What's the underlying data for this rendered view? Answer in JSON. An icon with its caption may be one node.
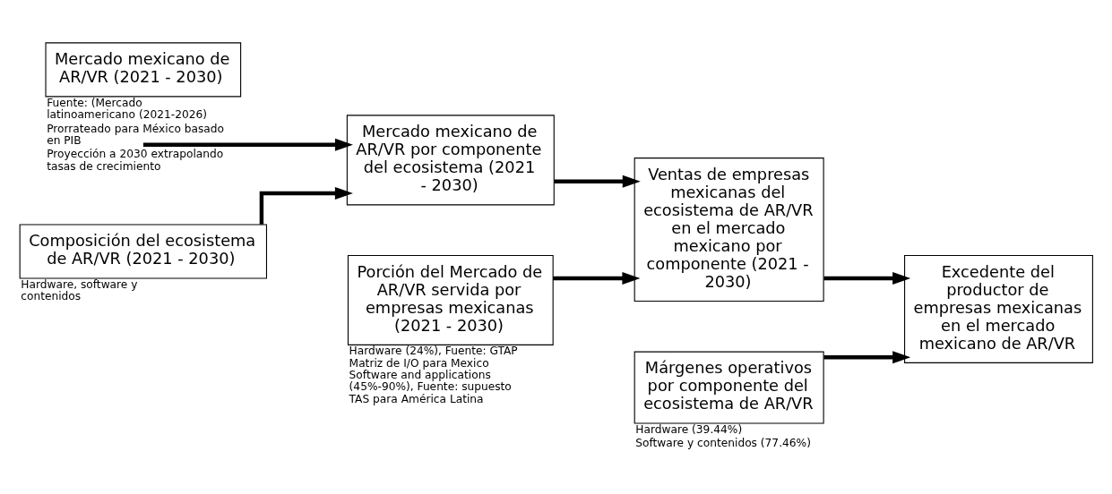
{
  "diagram": {
    "nodes": [
      {
        "text": [
          "Mercado mexicano de AR/VR (2021 - 2030)"
        ],
        "beside": [
          "Fuente: (Mercado latinoamericano (2021-2026)",
          "Prorrateado para México basado en PIB",
          "Proyección a 2030 extrapolando tasas de crecimiento"
        ]
      },
      {
        "text": [
          "Composición del ecosistema de AR/VR (2021 - 2030)"
        ],
        "beside": [
          "Hardware, software y contenidos"
        ]
      },
      {
        "text": [
          "Mercado mexicano de AR/VR por componente del ecosistema (2021 - 2030)"
        ]
      },
      {
        "text": [
          "Porción del Mercado de AR/VR servida por empresas mexicanas (2021 - 2030)"
        ],
        "beside": [
          "Hardware (24%), Fuente: GTAP Matriz de I/O para Mexico Software and applications (45%-90%), Fuente: supuesto TAS para América Latina"
        ]
      },
      {
        "text": [
          "Ventas de empresas mexicanas del ecosistema de AR/VR en el mercado mexicano por componente (2021 - 2030)"
        ]
      },
      {
        "text": [
          "Márgenes operativos por componente del ecosistema de AR/VR"
        ],
        "beside": [
          "Hardware (39.44%)",
          "Software y contenidos (77.46%)"
        ]
      },
      {
        "text": [
          "Excedente del productor de empresas mexicanas en el mercado mexicano de AR/VR"
        ]
      }
    ],
    "edges": [
      {
        "from": 0,
        "to": 2,
        "arrow": "to"
      },
      {
        "from": 1,
        "to": 2,
        "arrow": "to"
      },
      {
        "from": 2,
        "to": 4,
        "arrow": "to"
      },
      {
        "from": 3,
        "to": 4,
        "arrow": "to"
      },
      {
        "from": 4,
        "to": 6,
        "arrow": "to"
      },
      {
        "from": 5,
        "to": 6,
        "arrow": "to"
      }
    ]
  }
}
